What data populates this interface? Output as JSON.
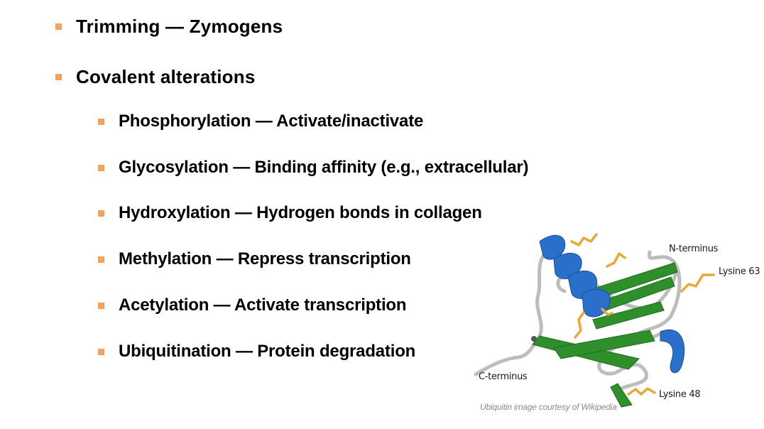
{
  "slide": {
    "bullets_level1": [
      {
        "label": "Trimming — Zymogens"
      },
      {
        "label": "Covalent alterations"
      }
    ],
    "bullets_level2": [
      {
        "label": "Phosphorylation — Activate/inactivate"
      },
      {
        "label": "Glycosylation — Binding affinity (e.g., extracellular)"
      },
      {
        "label": "Hydroxylation — Hydrogen bonds in collagen"
      },
      {
        "label": "Methylation — Repress transcription"
      },
      {
        "label": "Acetylation — Activate transcription"
      },
      {
        "label": "Ubiquitination — Protein degradation"
      }
    ],
    "bullet_color": "#f0a464",
    "figure": {
      "labels": {
        "n_terminus": "N-terminus",
        "c_terminus": "C-terminus",
        "lysine63": "Lysine 63",
        "lysine48": "Lysine 48"
      },
      "caption": "Ubiquitin  image courtesy of Wikipedia",
      "colors": {
        "helix": "#2a6fc9",
        "sheet": "#2f8f2a",
        "loop": "#bdbdbd",
        "lysine": "#e8a838"
      }
    }
  }
}
